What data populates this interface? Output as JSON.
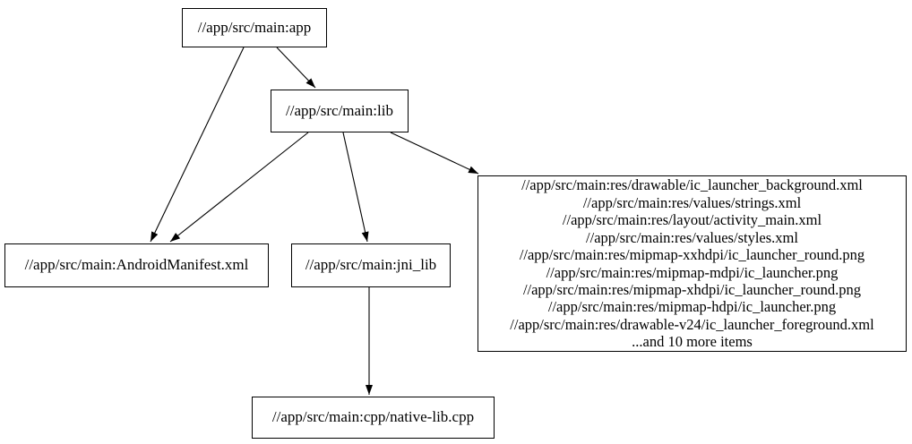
{
  "diagram": {
    "kind": "build-target-dependency-graph",
    "background_color": "#ffffff",
    "node_fill_color": "#ffffff",
    "node_border_color": "#000000",
    "edge_color": "#000000",
    "text_color": "#000000",
    "nodes": {
      "app": {
        "label": "//app/src/main:app"
      },
      "lib": {
        "label": "//app/src/main:lib"
      },
      "manifest": {
        "label": "//app/src/main:AndroidManifest.xml"
      },
      "jni_lib": {
        "label": "//app/src/main:jni_lib"
      },
      "res_group": {
        "lines": [
          "//app/src/main:res/drawable/ic_launcher_background.xml",
          "//app/src/main:res/values/strings.xml",
          "//app/src/main:res/layout/activity_main.xml",
          "//app/src/main:res/values/styles.xml",
          "//app/src/main:res/mipmap-xxhdpi/ic_launcher_round.png",
          "//app/src/main:res/mipmap-mdpi/ic_launcher.png",
          "//app/src/main:res/mipmap-xhdpi/ic_launcher_round.png",
          "//app/src/main:res/mipmap-hdpi/ic_launcher.png",
          "//app/src/main:res/drawable-v24/ic_launcher_foreground.xml",
          "...and 10 more items"
        ]
      },
      "native_cpp": {
        "label": "//app/src/main:cpp/native-lib.cpp"
      }
    },
    "edges": [
      {
        "from": "app",
        "to": "lib"
      },
      {
        "from": "app",
        "to": "manifest"
      },
      {
        "from": "lib",
        "to": "manifest"
      },
      {
        "from": "lib",
        "to": "jni_lib"
      },
      {
        "from": "lib",
        "to": "res_group"
      },
      {
        "from": "jni_lib",
        "to": "native_cpp"
      }
    ]
  }
}
